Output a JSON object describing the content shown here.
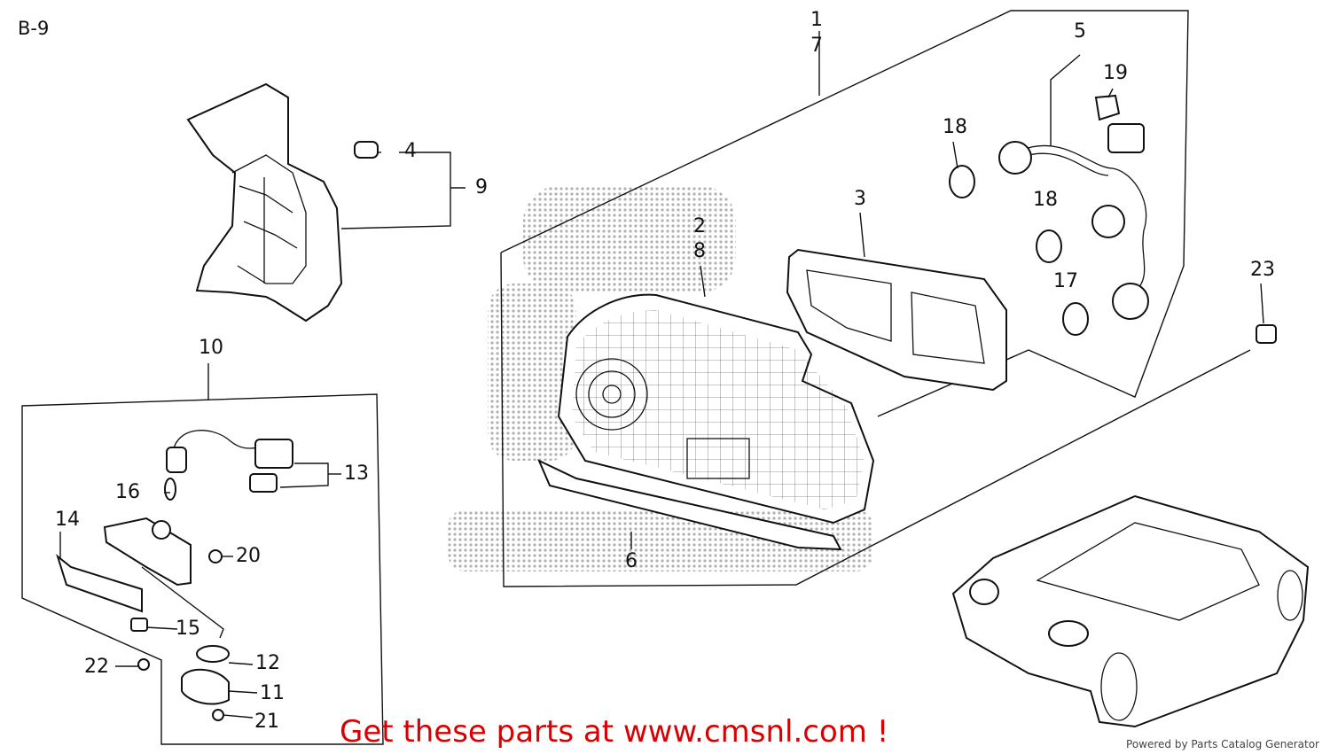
{
  "page_code": "B-9",
  "promo_text": "Get these parts at www.cmsnl.com !",
  "powered_by": "Powered by Parts Catalog Generator",
  "callouts": {
    "c1": "1",
    "c7": "7",
    "c2": "2",
    "c8": "8",
    "c3": "3",
    "c4": "4",
    "c5": "5",
    "c6": "6",
    "c9": "9",
    "c10": "10",
    "c11": "11",
    "c12": "12",
    "c13": "13",
    "c14": "14",
    "c15": "15",
    "c16": "16",
    "c17": "17",
    "c18a": "18",
    "c18b": "18",
    "c19": "19",
    "c20": "20",
    "c21": "21",
    "c22": "22",
    "c23": "23"
  }
}
